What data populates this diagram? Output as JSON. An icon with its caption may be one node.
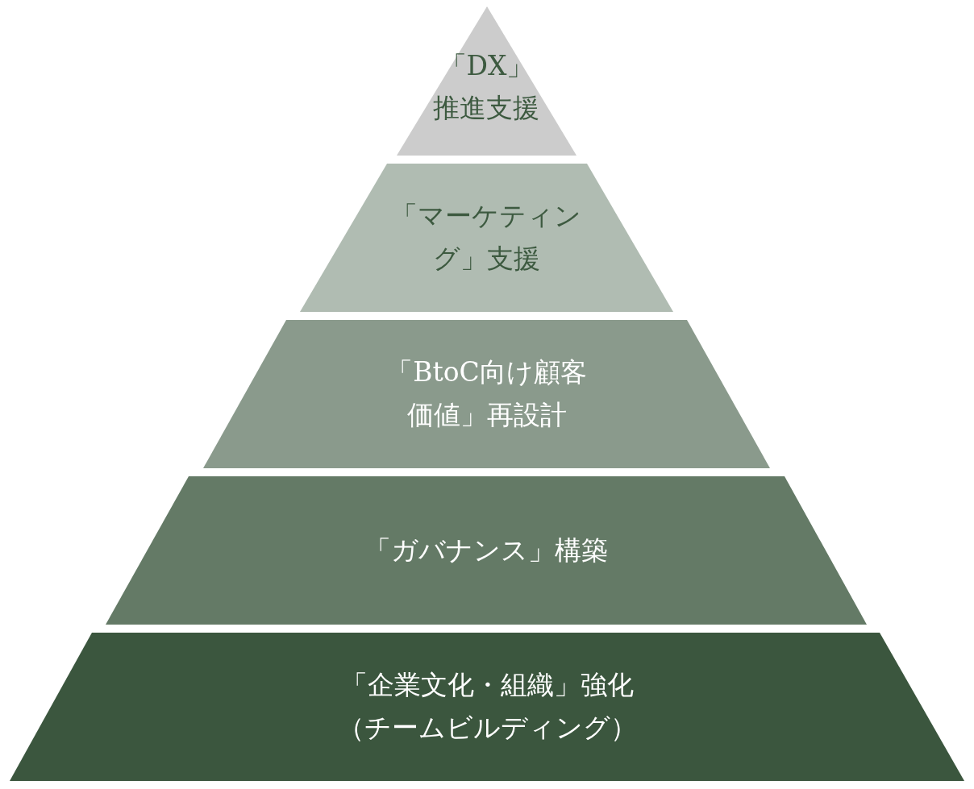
{
  "diagram": {
    "nodes": [
      {
        "text": [
          "「DX」推進支援"
        ]
      },
      {
        "text": [
          "「マーケティング」支援"
        ]
      },
      {
        "text": [
          "「BtoC向け顧客価値」再設計"
        ]
      },
      {
        "text": [
          "「ガバナンス」構築"
        ]
      },
      {
        "text": [
          "「企業文化・組織」強化（チームビルディング）"
        ]
      }
    ],
    "edges": []
  }
}
